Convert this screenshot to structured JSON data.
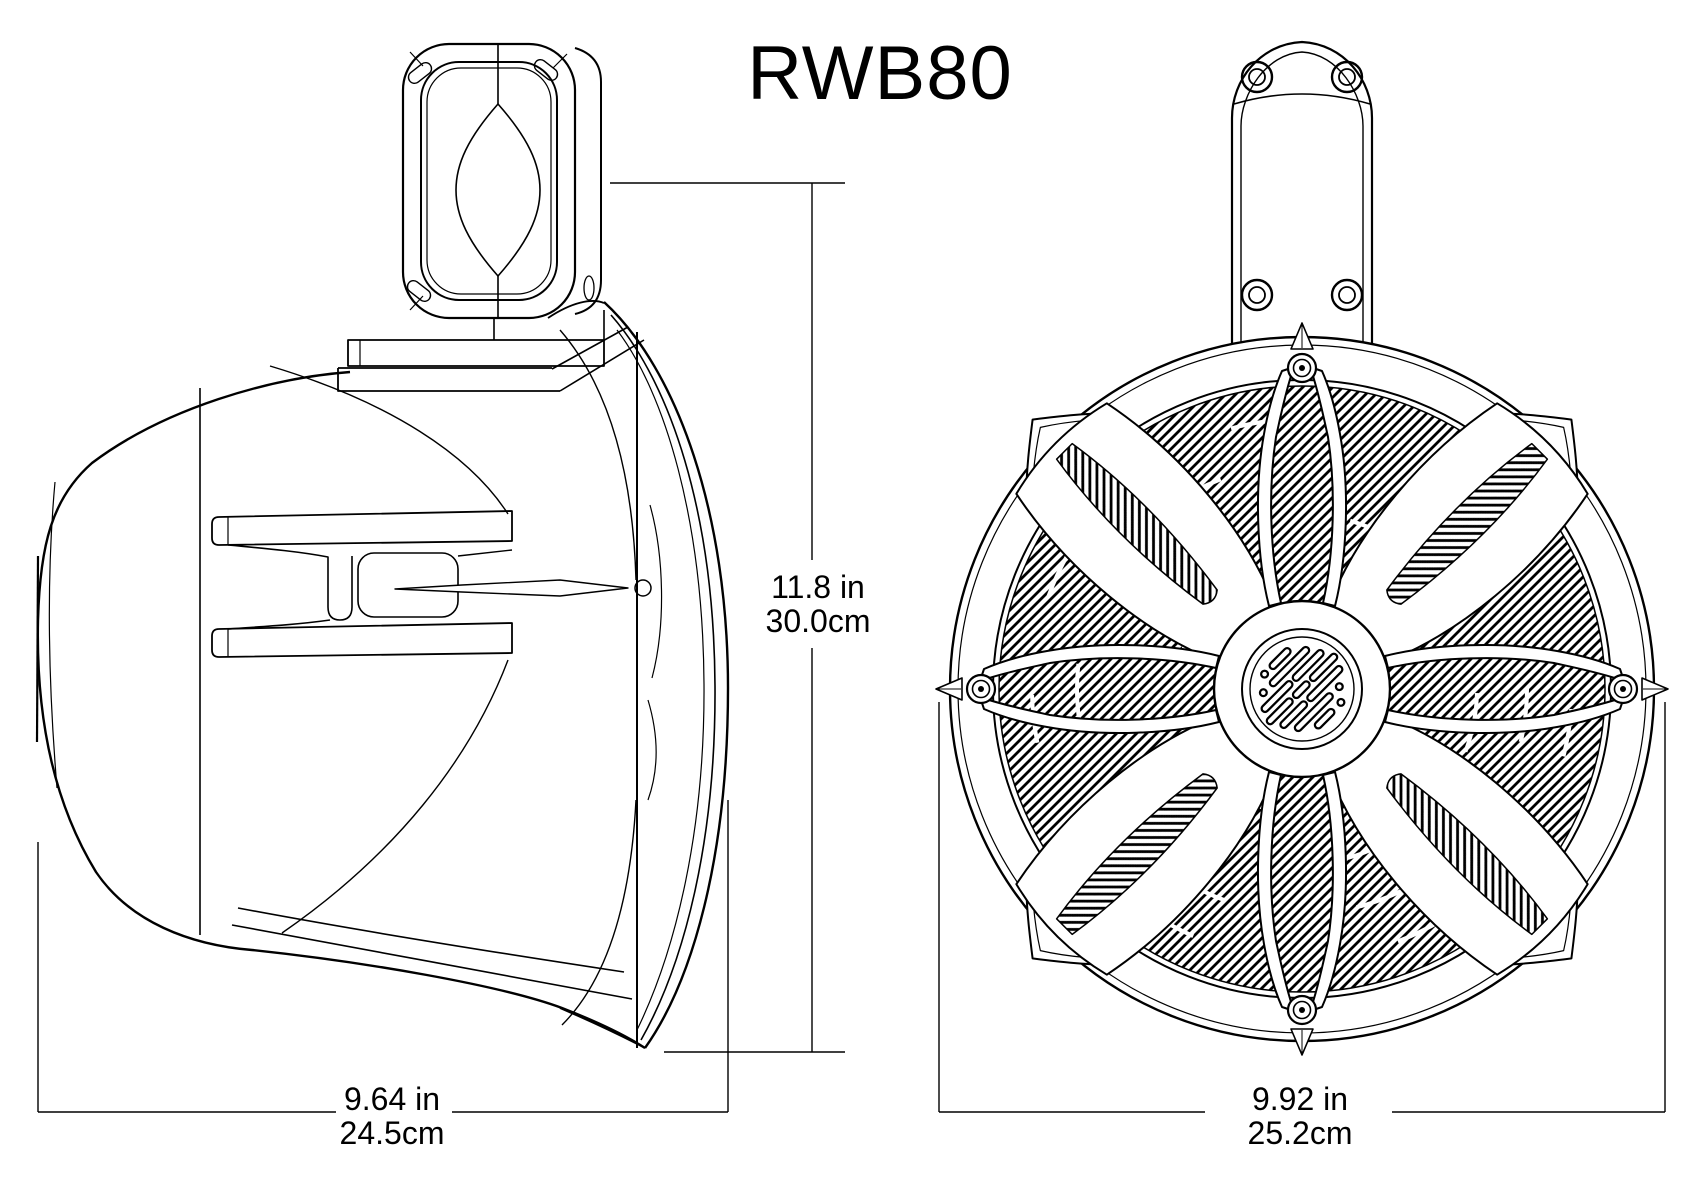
{
  "title": "RWB80",
  "dimensions": {
    "height": {
      "inches": "11.8 in",
      "centimeters": "30.0cm"
    },
    "depth": {
      "inches": "9.64 in",
      "centimeters": "24.5cm"
    },
    "width": {
      "inches": "9.92 in",
      "centimeters": "25.2cm"
    }
  },
  "colors": {
    "ink": "#000000",
    "background": "#ffffff"
  }
}
